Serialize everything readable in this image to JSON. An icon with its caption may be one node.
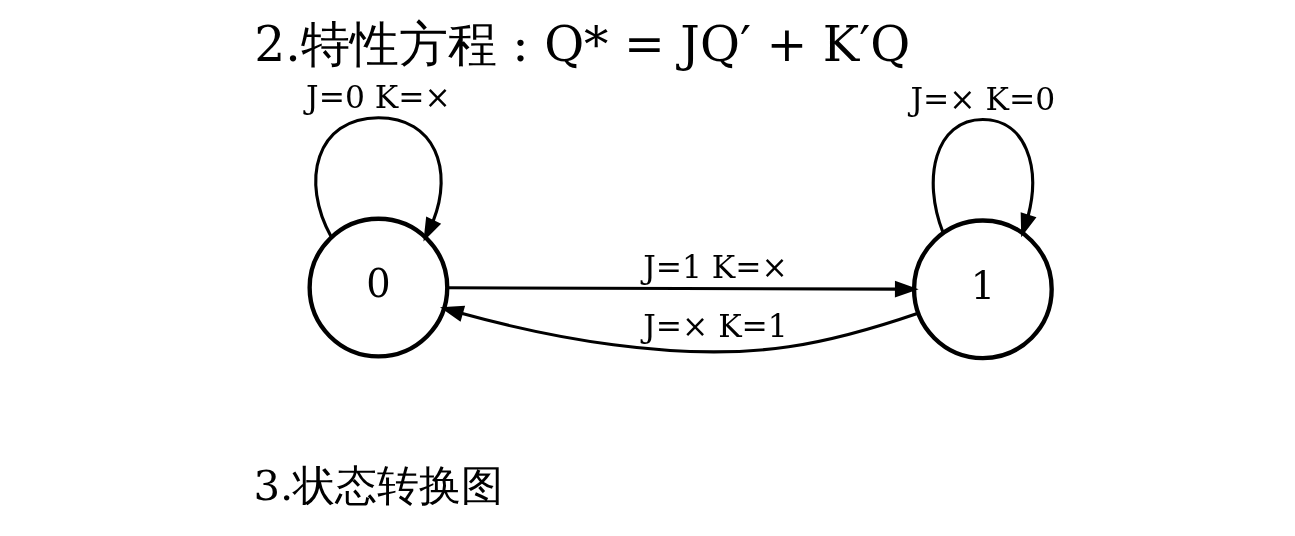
{
  "diagram": {
    "title": "2.特性方程 : Q* = JQ′ + K′Q",
    "nodes": [
      {
        "text": [
          "0"
        ]
      },
      {
        "text": [
          "1"
        ]
      }
    ],
    "edges": [
      {
        "from": 0,
        "to": 0,
        "arrow": "to",
        "label": "J=0 K=×"
      },
      {
        "from": 0,
        "to": 1,
        "arrow": "to",
        "label": "J=1 K=×"
      },
      {
        "from": 1,
        "to": 0,
        "arrow": "to",
        "label": "J=× K=1"
      },
      {
        "from": 1,
        "to": 1,
        "arrow": "to",
        "label": "J=× K=0"
      }
    ],
    "labels": [
      "3.状态转换图"
    ]
  }
}
